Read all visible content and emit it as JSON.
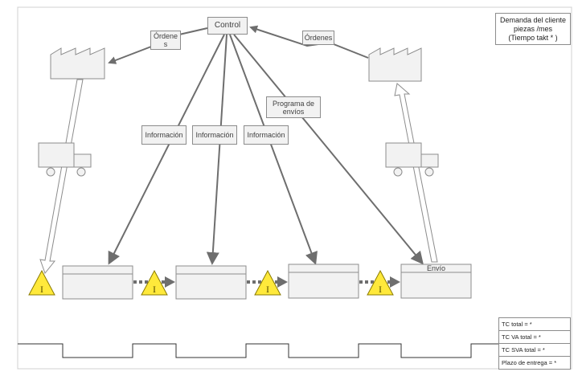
{
  "diagram": {
    "control_label": "Control",
    "orders_left_label": "Órdene\ns",
    "orders_right_label": "Órdenes",
    "schedule_label": "Programa de\nenvíos",
    "info_labels": [
      "Información",
      "Información",
      "Información"
    ],
    "demand_box": "Demanda del cliente\npiezas /mes\n(Tiempo takt * )",
    "shipping_label": "Envío",
    "inventory_symbol": "I",
    "summary": [
      "TC total = *",
      "TC VA total = *",
      "TC SVA total = *",
      "Plazo de entrega = *"
    ],
    "colors": {
      "arrow": "#6e6e6e",
      "box_fill": "#f2f2f2",
      "box_border": "#8c8c8c",
      "inventory_fill": "#ffe93b",
      "inventory_border": "#8a7a00"
    },
    "icons": [
      "factory-icon",
      "truck-icon",
      "inventory-triangle-icon",
      "push-arrow-icon",
      "electronic-info-arrow-icon"
    ]
  }
}
